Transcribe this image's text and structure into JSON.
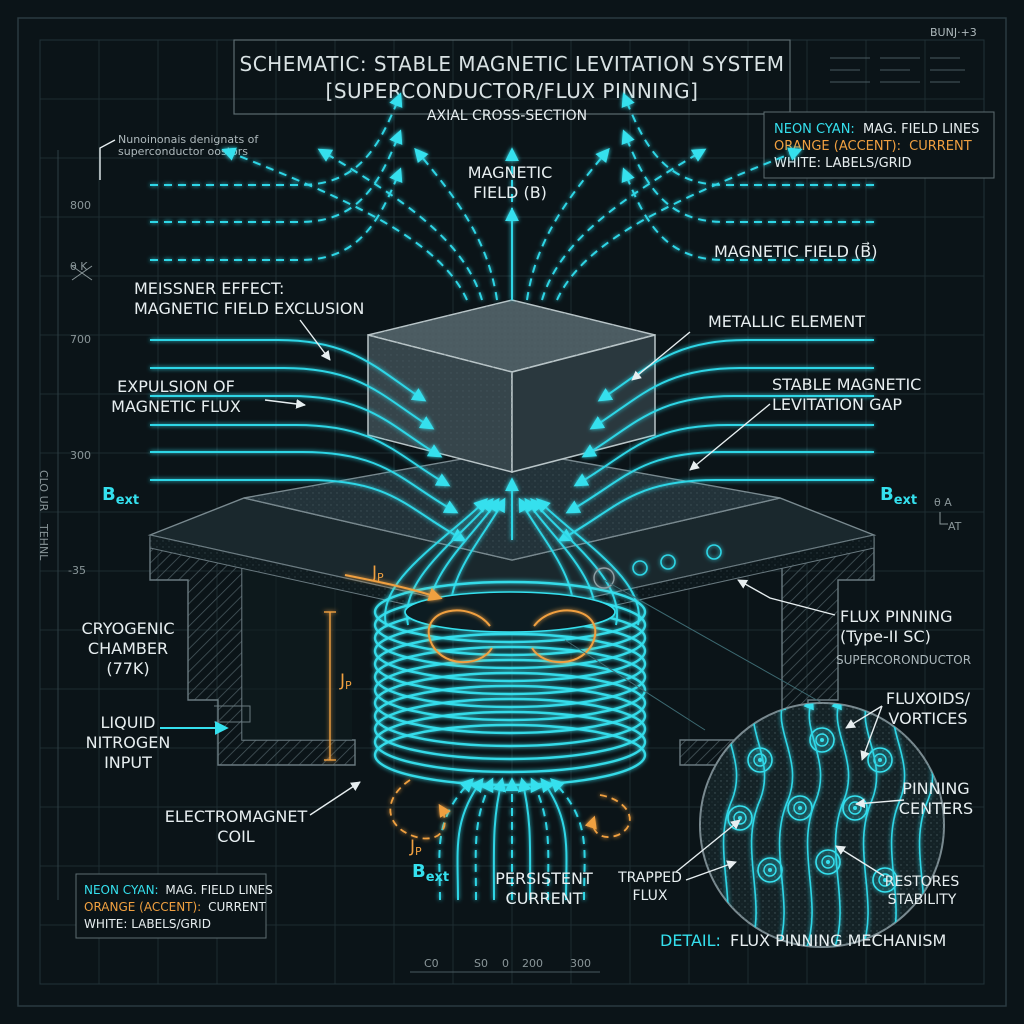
{
  "title": {
    "line1": "SCHEMATIC: STABLE MAGNETIC LEVITATION SYSTEM",
    "line2": "[SUPERCONDUCTOR/FLUX PINNING]",
    "subtitle": "AXIAL CROSS-SECTION"
  },
  "legend_top": {
    "cyan_key": "NEON CYAN:",
    "cyan_text": "MAG. FIELD LINES",
    "orange_key": "ORANGE (ACCENT):",
    "orange_text": "CURRENT",
    "white_text": "WHITE: LABELS/GRID"
  },
  "legend_bottom": {
    "cyan_key": "NEON CYAN:",
    "cyan_text": "MAG. FIELD LINES",
    "orange_key": "ORANGE (ACCENT):",
    "orange_text": "CURRENT",
    "white_text": "WHITE: LABELS/GRID"
  },
  "note": {
    "line1": "Nunoinonais denignats of",
    "line2": "superconductor oostors"
  },
  "top_right_code": "BUNJ·+3",
  "ruler_ticks": {
    "t800": "800",
    "t700": "700",
    "t300": "300",
    "t35": "-35",
    "colour": "CLO UR",
    "tehnl": "TEHNL",
    "bottom": [
      "C0",
      "S0",
      "0",
      "200",
      "300"
    ]
  },
  "side_marks": {
    "right": "θ A",
    "right2": "AT",
    "left": "θ K"
  },
  "labels": {
    "mag_field_top_1": "MAGNETIC",
    "mag_field_top_2": "FIELD (B)",
    "mag_field_right": "MAGNETIC FIELD (B⃗)",
    "meissner_1": "MEISSNER EFFECT:",
    "meissner_2": "MAGNETIC FIELD EXCLUSION",
    "expulsion_1": "EXPULSION OF",
    "expulsion_2": "MAGNETIC FLUX",
    "metallic": "METALLIC ELEMENT",
    "gap_1": "STABLE MAGNETIC",
    "gap_2": "LEVITATION GAP",
    "bext": "B",
    "bext_sub": "ext",
    "jp": "J",
    "jp_sub": "P",
    "cryo_1": "CRYOGENIC",
    "cryo_2": "CHAMBER",
    "cryo_3": "(77K)",
    "ln_1": "LIQUID",
    "ln_2": "NITROGEN",
    "ln_3": "INPUT",
    "coil_1": "ELECTROMAGNET",
    "coil_2": "COIL",
    "persist_1": "PERSISTENT",
    "persist_2": "CURRENT",
    "pinning_1": "FLUX PINNING",
    "pinning_2": "(Type-II SC)",
    "supercond": "SUPERCORONDUCTOR",
    "fluxoids_1": "FLUXOIDS/",
    "fluxoids_2": "VORTICES",
    "centers_1": "PINNING",
    "centers_2": "CENTERS",
    "trapped_1": "TRAPPED",
    "trapped_2": "FLUX",
    "restores_1": "RESTORES",
    "restores_2": "STABILITY",
    "detail_key": "DETAIL:",
    "detail_text": "FLUX PINNING MECHANISM"
  },
  "colors": {
    "cyan": "#35e0ee",
    "orange": "#f0a040",
    "white": "#e7eef0",
    "background": "#0b1418"
  }
}
